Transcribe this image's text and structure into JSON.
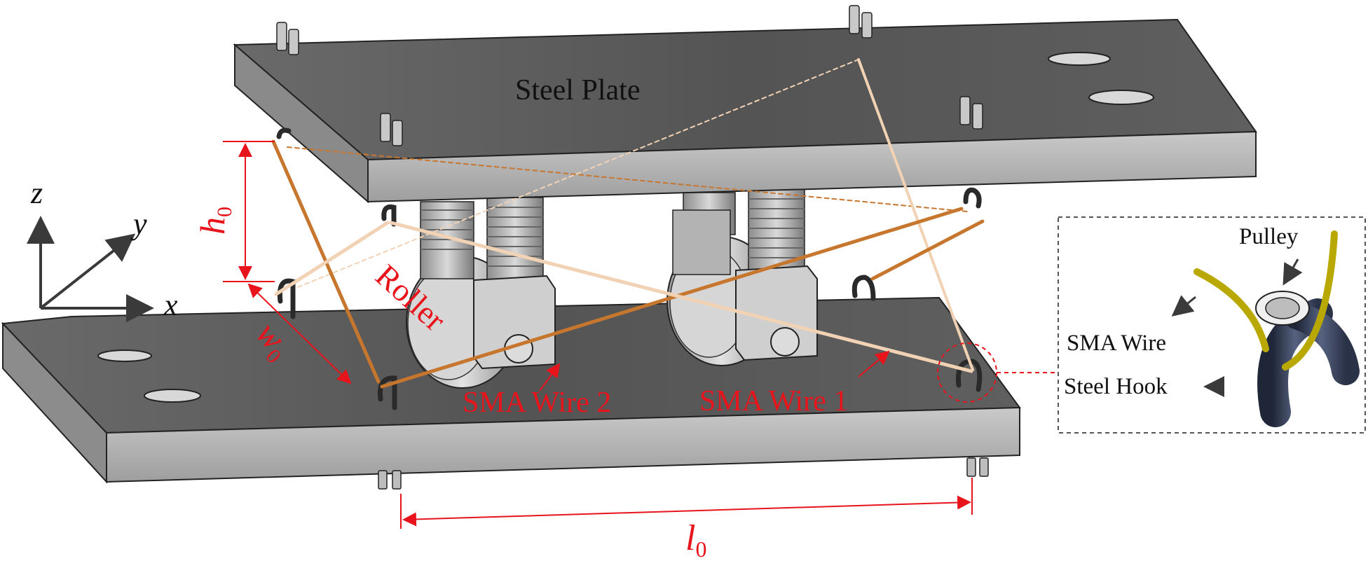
{
  "labels": {
    "steel_plate": "Steel Plate",
    "roller": "Roller",
    "sma_wire_1": "SMA Wire 1",
    "sma_wire_2": "SMA Wire 2",
    "h0_var": "h",
    "h0_sub": "0",
    "w0_var": "w",
    "w0_sub": "0",
    "l0_var": "l",
    "l0_sub": "0"
  },
  "axes": {
    "z": "z",
    "y": "y",
    "x": "x"
  },
  "inset": {
    "pulley": "Pulley",
    "sma_wire": "SMA Wire",
    "steel_hook": "Steel Hook"
  },
  "colors": {
    "plate_top": "#5c5c5c",
    "plate_side": "#b9b9b9",
    "dimension_red": "#e8141c",
    "wire_dark": "#c7762e",
    "wire_light": "#f2d2b4",
    "hook_blue": "#3a4560",
    "wire_yellow": "#b9a800"
  }
}
